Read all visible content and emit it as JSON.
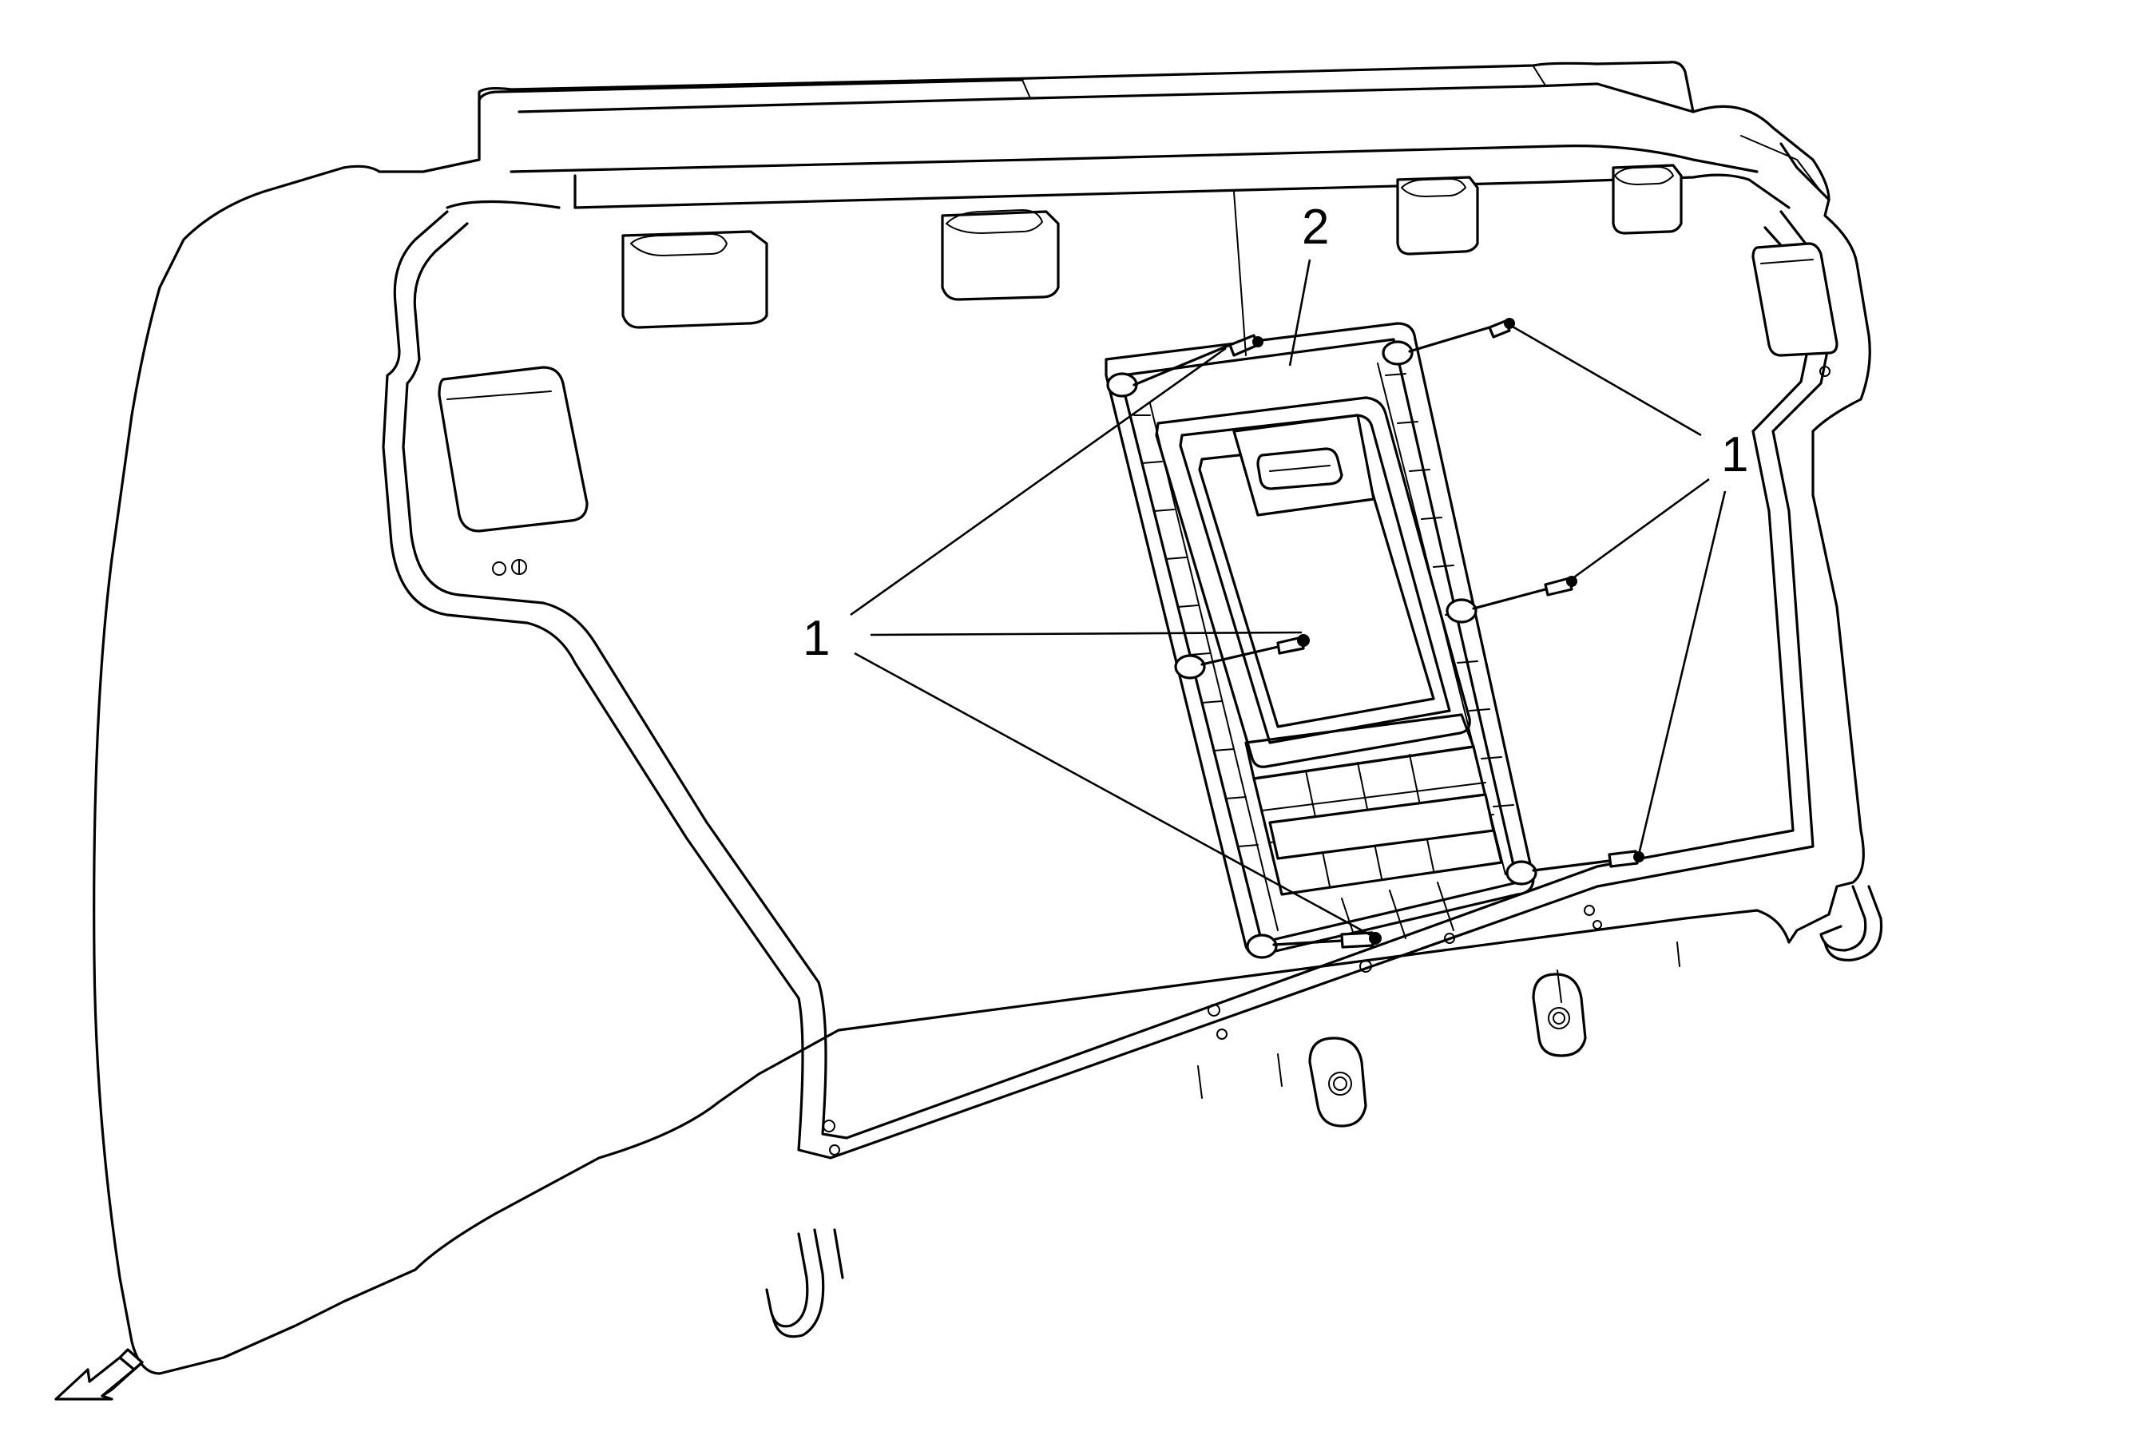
{
  "callouts": {
    "fasteners_left": "1",
    "fasteners_right": "1",
    "access_panel": "2"
  },
  "icons": {
    "direction_arrow": "front-direction-arrow-icon"
  },
  "colors": {
    "line": "#000000",
    "background": "#ffffff"
  }
}
